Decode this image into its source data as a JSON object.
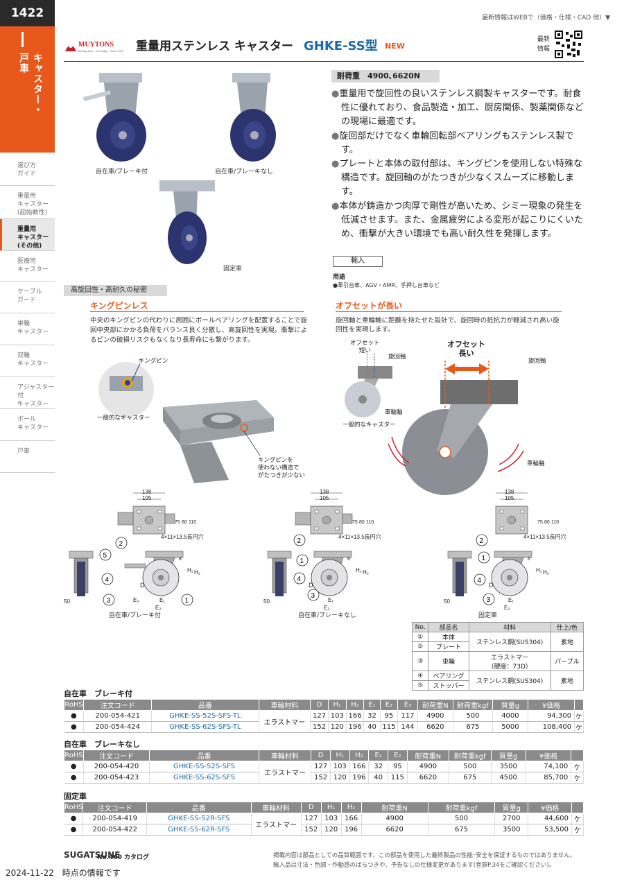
{
  "page_number": "1422",
  "category_tab": {
    "line1": "キャスター・",
    "line2": "戸車"
  },
  "sidebar": [
    {
      "line1": "選び方",
      "line2": "ガイド",
      "line3": ""
    },
    {
      "line1": "重量用",
      "line2": "キャスター",
      "line3": "(超始動性)"
    },
    {
      "line1": "重量用",
      "line2": "キャスター",
      "line3": "(その他)"
    },
    {
      "line1": "医療用",
      "line2": "キャスター",
      "line3": ""
    },
    {
      "line1": "ケーブル",
      "line2": "ガード",
      "line3": ""
    },
    {
      "line1": "単輪",
      "line2": "キャスター",
      "line3": ""
    },
    {
      "line1": "双輪",
      "line2": "キャスター",
      "line3": ""
    },
    {
      "line1": "アジャスター付",
      "line2": "キャスター",
      "line3": ""
    },
    {
      "line1": "ボール",
      "line2": "キャスター",
      "line3": ""
    },
    {
      "line1": "戸車",
      "line2": "",
      "line3": ""
    }
  ],
  "header": {
    "top_link": "最新情報はWEBで（価格・仕様・CAD 他）▼",
    "brand": "MUYTONS",
    "brand_tagline": "Moving love... So easily・Since 2017",
    "title": "重量用ステンレス キャスター",
    "model": "GHKE-SS型",
    "new_badge": "NEW",
    "qr_label1": "最新",
    "qr_label2": "情報"
  },
  "load_capacity": "耐荷重　4900､6620N",
  "features": [
    "重量用で旋回性の良いステンレス鋼製キャスターです。耐食性に優れており、食品製造・加工、厨房関係、製薬関係などの現場に最適です。",
    "旋回部だけでなく車輪回転部ベアリングもステンレス製です。",
    "プレートと本体の取付部は、キングピンを使用しない特殊な構造です。旋回軸のがたつきが少なくスムーズに移動します。",
    "本体が鋳造かつ肉厚で剛性が高いため、シミー現象の発生を低減させます。また、金属疲労による変形が起こりにくいため、衝撃が大きい環境でも高い耐久性を発揮します。"
  ],
  "import_badge": "輸入",
  "usage_heading": "用途",
  "usage_text": "●牽引台車、AGV・AMR、手押し台車など",
  "photo_captions": {
    "brake": "自在車/ブレーキ付",
    "nobrake": "自在車/ブレーキなし",
    "fixed": "固定車"
  },
  "section_band": "高旋回性・高耐久の秘密",
  "kingpin": {
    "heading": "キングピンレス",
    "text": "中央のキングピンの代わりに周囲にボールベアリングを配置することで旋回中央部にかかる負荷をバランス良く分散し、高旋回性を実現。衝撃によるピンの破損リスクもなくなり長寿命にも繋がります。",
    "label_pin": "キングピン",
    "label_general": "一般的なキャスター",
    "label_note1": "キングピンを",
    "label_note2": "使わない構造で",
    "label_note3": "がたつきが少ない"
  },
  "offset": {
    "heading": "オフセットが長い",
    "text": "旋回軸と車輪軸に距離を持たせた設計で、旋回時の抵抗力が軽減され高い旋回性を実現します。",
    "short1": "オフセット",
    "short2": "短い",
    "axis": "旋回軸",
    "wheel_axis": "車輪軸",
    "general": "一般的なキャスター",
    "long1": "オフセット",
    "long2": "長い"
  },
  "drawings": {
    "dim138": "138",
    "dim105": "105",
    "dim75": "75",
    "dim80": "80",
    "dim110": "110",
    "slot": "4×11×13.5長円穴",
    "dim50": "50",
    "dim8": "8",
    "dim6": "6",
    "H1": "H₁",
    "H2": "H₂",
    "D": "D",
    "E1": "E₁",
    "E2": "E₂",
    "E3": "E₃",
    "caption_brake": "自在車/ブレーキ付",
    "caption_nobrake": "自在車/ブレーキなし",
    "caption_fixed": "固定車"
  },
  "parts_table": {
    "headers": [
      "No.",
      "部品名",
      "材料",
      "仕上/色"
    ],
    "rows": [
      {
        "no": "①",
        "name": "本体",
        "material": "ステンレス鋼(SUS304)",
        "finish": "素地"
      },
      {
        "no": "②",
        "name": "プレート",
        "material": "",
        "finish": ""
      },
      {
        "no": "③",
        "name": "車輪",
        "material": "エラストマー\n（硬度：73D）",
        "finish": "パープル"
      },
      {
        "no": "④",
        "name": "ベアリング",
        "material": "ステンレス鋼(SUS304)",
        "finish": "素地"
      },
      {
        "no": "⑤",
        "name": "ストッパー",
        "material": "",
        "finish": ""
      }
    ]
  },
  "tables": [
    {
      "title": "自在車　ブレーキ付",
      "headers": [
        "RoHS",
        "注文コード",
        "品番",
        "車輪材料",
        "D",
        "H₁",
        "H₂",
        "E₁",
        "E₂",
        "E₃",
        "耐荷重N",
        "耐荷重kgf",
        "質量g",
        "¥価格",
        ""
      ],
      "material": "エラストマー",
      "rows": [
        [
          "●",
          "200-054-421",
          "GHKE-SS-52S-SFS-TL",
          "127",
          "103",
          "166",
          "32",
          "95",
          "117",
          "4900",
          "500",
          "4000",
          "94,300",
          "ケ"
        ],
        [
          "●",
          "200-054-424",
          "GHKE-SS-62S-SFS-TL",
          "152",
          "120",
          "196",
          "40",
          "115",
          "144",
          "6620",
          "675",
          "5000",
          "108,400",
          "ケ"
        ]
      ]
    },
    {
      "title": "自在車　ブレーキなし",
      "headers": [
        "RoHS",
        "注文コード",
        "品番",
        "車輪材料",
        "D",
        "H₁",
        "H₂",
        "E₁",
        "E₂",
        "耐荷重N",
        "耐荷重kgf",
        "質量g",
        "¥価格",
        ""
      ],
      "material": "エラストマー",
      "rows": [
        [
          "●",
          "200-054-420",
          "GHKE-SS-52S-SFS",
          "127",
          "103",
          "166",
          "32",
          "95",
          "4900",
          "500",
          "3500",
          "74,100",
          "ケ"
        ],
        [
          "●",
          "200-054-423",
          "GHKE-SS-62S-SFS",
          "152",
          "120",
          "196",
          "40",
          "115",
          "6620",
          "675",
          "4500",
          "85,700",
          "ケ"
        ]
      ]
    },
    {
      "title": "固定車",
      "headers": [
        "RoHS",
        "注文コード",
        "品番",
        "車輪材料",
        "D",
        "H₁",
        "H₂",
        "耐荷重N",
        "耐荷重kgf",
        "質量g",
        "¥価格",
        ""
      ],
      "material": "エラストマー",
      "rows": [
        [
          "●",
          "200-054-419",
          "GHKE-SS-52R-SFS",
          "127",
          "103",
          "166",
          "4900",
          "500",
          "2700",
          "44,600",
          "ケ"
        ],
        [
          "●",
          "200-054-422",
          "GHKE-SS-62R-SFS",
          "152",
          "120",
          "196",
          "6620",
          "675",
          "3500",
          "53,500",
          "ケ"
        ]
      ]
    }
  ],
  "footer": {
    "logo": "SUGATSUNE",
    "catalog": "No.460 カタログ",
    "note1": "掲載内容は部品としての品質範囲です。この部品を使用した最終製品の性能･安全を保証するものではありません。",
    "note2": "輸入品は寸法・色調・作動感のばらつきや、予告なしの仕様変更があります(巻頭P.34をご確認ください)。",
    "date": "2024-11-22　時点の情報です"
  },
  "colors": {
    "accent": "#e8581a",
    "link": "#1a6aaa",
    "wheel": "#2c3470"
  }
}
